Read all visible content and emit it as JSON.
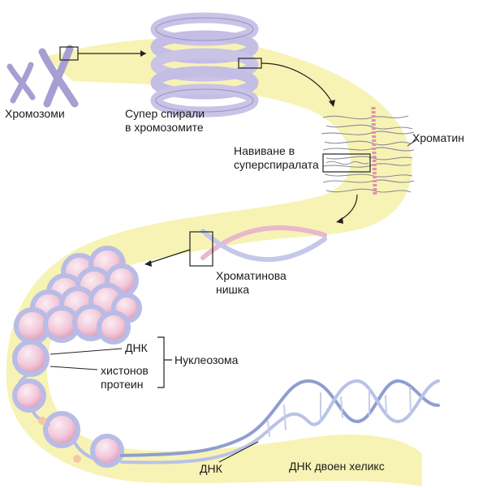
{
  "labels": {
    "chromosomes": "Хромозоми",
    "supercoils_line1": "Супер спирали",
    "supercoils_line2": "в хромозомите",
    "coiling_line1": "Навиване в",
    "coiling_line2": "суперспиралата",
    "chromatin": "Хроматин",
    "chromatin_fiber_line1": "Хроматинова",
    "chromatin_fiber_line2": "нишка",
    "dna_short": "ДНК",
    "histone_line1": "хистонов",
    "histone_line2": "протеин",
    "nucleosome": "Нуклеозома",
    "dna_bottom": "ДНК",
    "double_helix": "ДНК двоен хеликс"
  },
  "colors": {
    "ribbon": "#f7f2b0",
    "coil": "#c9c3e6",
    "coil_dark": "#9a92c8",
    "nucleosome": "#f2c6d8",
    "nucleosome_band": "#c5c8ea",
    "dna_strand": "#8f9ed0",
    "line": "#222222"
  }
}
